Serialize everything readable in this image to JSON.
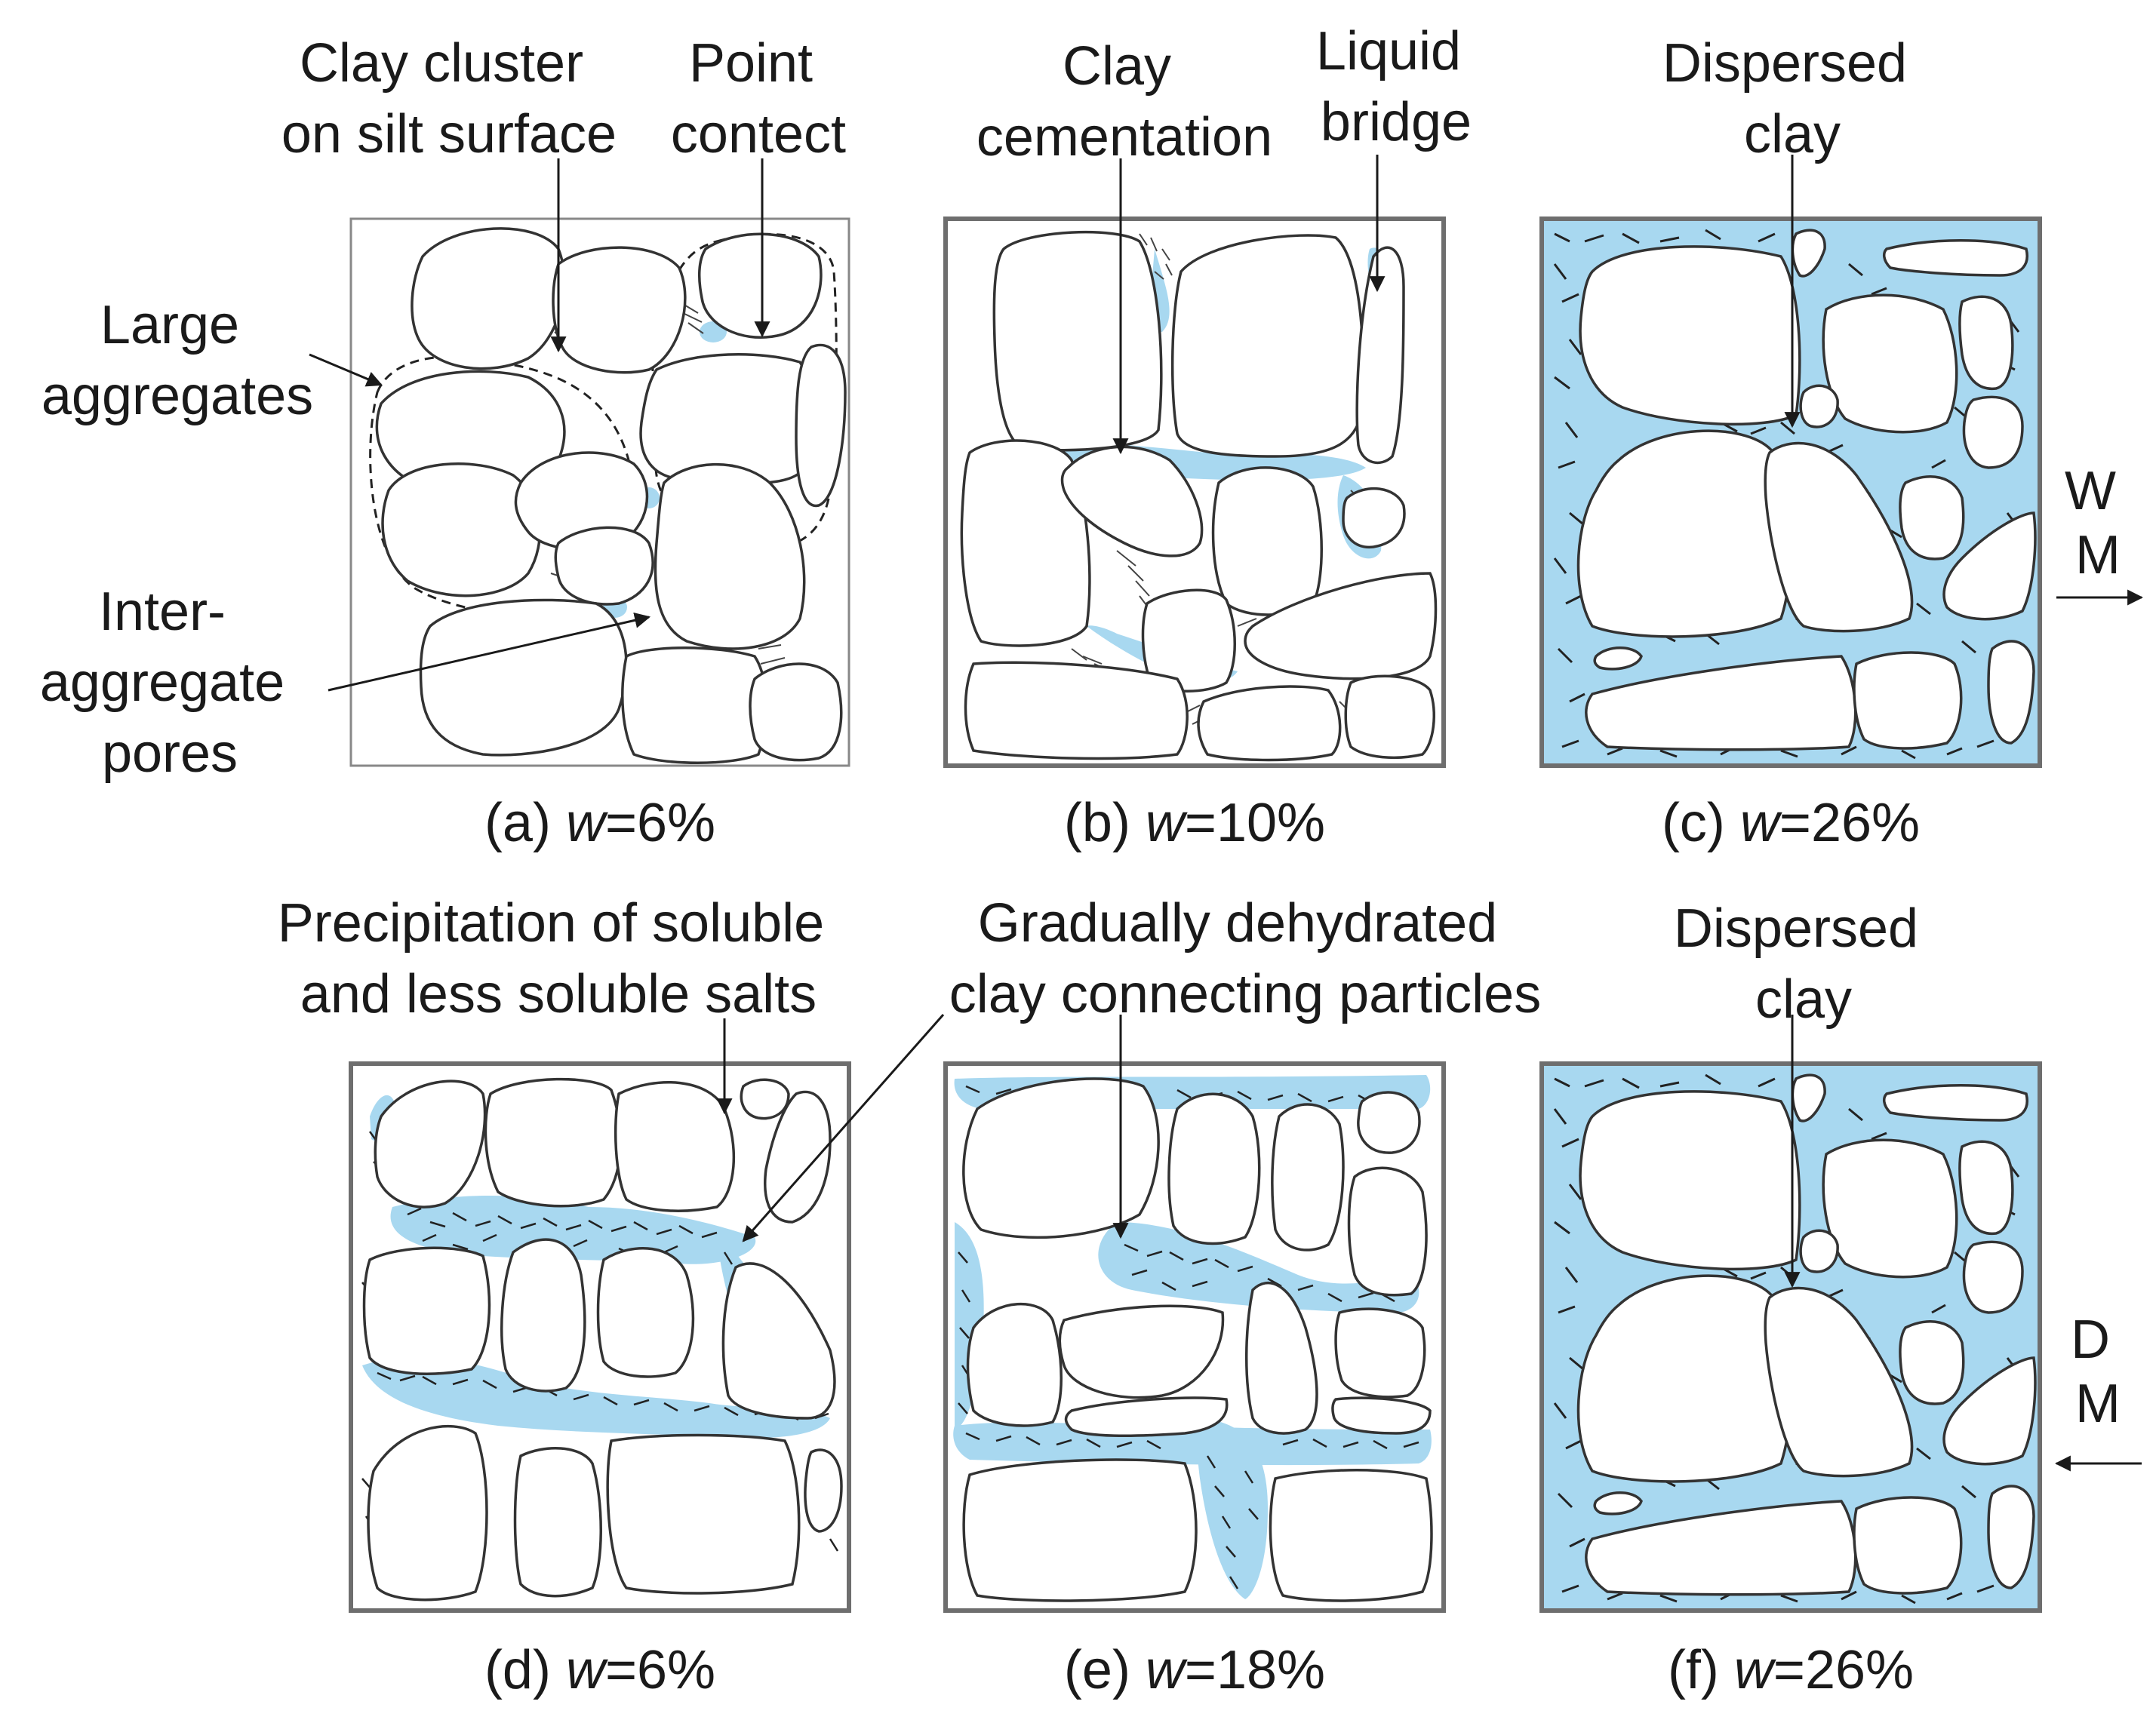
{
  "panels": [
    {
      "id": "a",
      "caption_prefix": "(a) ",
      "caption_var": "w",
      "caption_suffix": "=6%",
      "labels": [
        [
          "Clay cluster",
          "on silt surface"
        ],
        [
          "Point",
          "contect"
        ],
        [
          "Large",
          "aggregates"
        ],
        [
          "Inter-",
          "aggregate",
          "pores"
        ]
      ]
    },
    {
      "id": "b",
      "caption_prefix": "(b) ",
      "caption_var": "w",
      "caption_suffix": "=10%",
      "labels": [
        [
          "Clay",
          "cementation"
        ],
        [
          "Liquid",
          "bridge"
        ]
      ]
    },
    {
      "id": "c",
      "caption_prefix": "(c) ",
      "caption_var": "w",
      "caption_suffix": "=26%",
      "labels": [
        [
          "Dispersed",
          "clay"
        ]
      ]
    },
    {
      "id": "d",
      "caption_prefix": "(d) ",
      "caption_var": "w",
      "caption_suffix": "=6%",
      "labels": [
        [
          "Precipitation of soluble",
          "and less soluble salts"
        ]
      ]
    },
    {
      "id": "e",
      "caption_prefix": "(e) ",
      "caption_var": "w",
      "caption_suffix": "=18%",
      "labels": [
        [
          "Gradually dehydrated",
          "clay connecting particles"
        ]
      ]
    },
    {
      "id": "f",
      "caption_prefix": "(f) ",
      "caption_var": "w",
      "caption_suffix": "=26%",
      "labels": [
        [
          "Dispersed",
          "clay"
        ]
      ]
    }
  ],
  "side_labels": {
    "wm": [
      "W",
      "M"
    ],
    "dm": [
      "D",
      "M"
    ]
  },
  "colors": {
    "water": "#a8d8f0",
    "outline": "#333333",
    "frame": "#6e6e6e"
  }
}
